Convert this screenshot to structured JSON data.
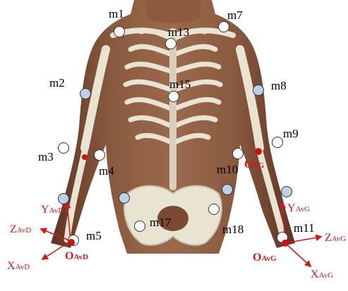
{
  "markers": [
    {
      "id": "m1",
      "label": "m1",
      "color": "#ffffff"
    },
    {
      "id": "m7",
      "label": "m7",
      "color": "#ffffff"
    },
    {
      "id": "m13",
      "label": "m13",
      "color": "#ffffff"
    },
    {
      "id": "m2",
      "label": "m2",
      "color": "#bcd0ea"
    },
    {
      "id": "m8",
      "label": "m8",
      "color": "#bcd0ea"
    },
    {
      "id": "m15",
      "label": "m15",
      "color": "#ffffff"
    },
    {
      "id": "m9",
      "label": "m9",
      "color": "#ffffff"
    },
    {
      "id": "m3",
      "label": "m3",
      "color": "#ffffff"
    },
    {
      "id": "m4",
      "label": "m4",
      "color": "#ffffff"
    },
    {
      "id": "m10",
      "label": "m10",
      "color": "#ffffff"
    },
    {
      "id": "m5",
      "label": "m5",
      "color": "#ffffff"
    },
    {
      "id": "m11",
      "label": "m11",
      "color": "#ffffff"
    },
    {
      "id": "m17",
      "label": "m17",
      "color": "#ffffff"
    },
    {
      "id": "m18",
      "label": "m18",
      "color": "#ffffff"
    }
  ],
  "frames": {
    "right": {
      "origin": "O",
      "origin_sub": "AvD",
      "x": "X",
      "x_sub": "AvD",
      "y": "Y",
      "y_sub": "AvD",
      "z": "Z",
      "z_sub": "AvD"
    },
    "left": {
      "origin": "O",
      "origin_sub": "AvG",
      "x": "X",
      "x_sub": "AvG",
      "y": "Y",
      "y_sub": "AvG",
      "z": "Z",
      "z_sub": "AvG"
    },
    "body": {
      "origin": "O",
      "origin_sub": "BG"
    }
  },
  "colors": {
    "axis": "#d11a1a",
    "skin": "#7a4a33",
    "bone": "#e9e3d2",
    "marker_blue": "#bcd0ea",
    "marker_white": "#ffffff"
  }
}
